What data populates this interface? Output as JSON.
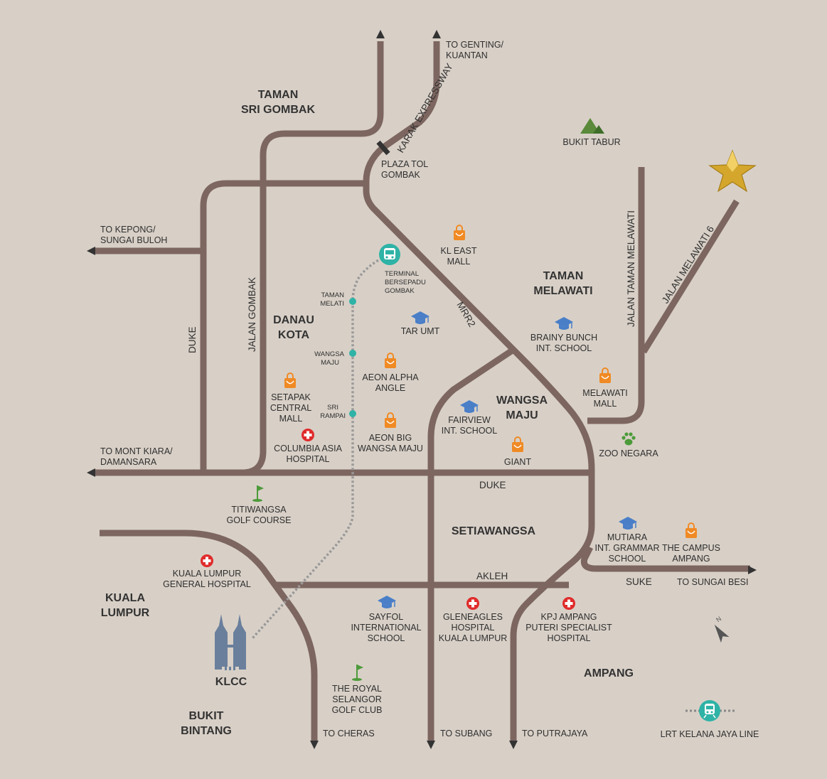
{
  "colors": {
    "background": "#d8d0c7",
    "road": "#7d6660",
    "text": "#2f2f2f",
    "mall": "#f08a24",
    "school": "#4a7fc8",
    "hospital": "#e02b2b",
    "golf": "#4d9a3a",
    "park": "#4d9a3a",
    "mountain": "#5a8a3a",
    "lrt": "#2fb3a6",
    "klcc": "#6a7f9c",
    "star": "#d4a72c"
  },
  "areas": {
    "taman_sri_gombak": [
      "TAMAN",
      "SRI GOMBAK"
    ],
    "danau_kota": [
      "DANAU",
      "KOTA"
    ],
    "taman_melawati": [
      "TAMAN",
      "MELAWATI"
    ],
    "wangsa_maju": [
      "WANGSA",
      "MAJU"
    ],
    "setiawangsa": [
      "SETIAWANGSA"
    ],
    "kuala_lumpur": [
      "KUALA",
      "LUMPUR"
    ],
    "bukit_bintang": [
      "BUKIT",
      "BINTANG"
    ],
    "ampang": [
      "AMPANG"
    ],
    "klcc": [
      "KLCC"
    ]
  },
  "roads": {
    "karak": "KARAK EXPRESSWAY",
    "mrr2": "MRR2",
    "jalan_gombak": "JALAN GOMBAK",
    "duke_vertical": "DUKE",
    "duke_horizontal": "DUKE",
    "akleh": "AKLEH",
    "suke": "SUKE",
    "jalan_taman_melawati": "JALAN TAMAN MELAWATI",
    "jalan_melawati_6": "JALAN MELAWATI 6"
  },
  "directions": {
    "genting": [
      "TO GENTING/",
      "KUANTAN"
    ],
    "kepong": [
      "TO KEPONG/",
      "SUNGAI BULOH"
    ],
    "mont_kiara": [
      "TO MONT KIARA/",
      "DAMANSARA"
    ],
    "sungai_besi": [
      "TO SUNGAI BESI"
    ],
    "cheras": [
      "TO CHERAS"
    ],
    "subang": [
      "TO SUBANG"
    ],
    "putrajaya": [
      "TO PUTRAJAYA"
    ]
  },
  "places": {
    "plaza_tol": [
      "PLAZA TOL",
      "GOMBAK"
    ],
    "bukit_tabur": [
      "BUKIT TABUR"
    ],
    "kl_east_mall": [
      "KL EAST",
      "MALL"
    ],
    "terminal": [
      "TERMINAL",
      "BERSEPADU",
      "GOMBAK"
    ],
    "taman_melati": [
      "TAMAN",
      "MELATI"
    ],
    "wangsa_maju_stn": [
      "WANGSA",
      "MAJU"
    ],
    "sri_rampai": [
      "SRI",
      "RAMPAI"
    ],
    "tar_umt": [
      "TAR UMT"
    ],
    "brainy_bunch": [
      "BRAINY BUNCH",
      "INT. SCHOOL"
    ],
    "aeon_alpha": [
      "AEON ALPHA",
      "ANGLE"
    ],
    "setapak_central": [
      "SETAPAK",
      "CENTRAL",
      "MALL"
    ],
    "fairview": [
      "FAIRVIEW",
      "INT. SCHOOL"
    ],
    "melawati_mall": [
      "MELAWATI",
      "MALL"
    ],
    "aeon_big": [
      "AEON BIG",
      "WANGSA MAJU"
    ],
    "columbia": [
      "COLUMBIA ASIA",
      "HOSPITAL"
    ],
    "giant": [
      "GIANT"
    ],
    "zoo_negara": [
      "ZOO NEGARA"
    ],
    "titiwangsa_golf": [
      "TITIWANGSA",
      "GOLF COURSE"
    ],
    "mutiara": [
      "MUTIARA",
      "INT. GRAMMAR",
      "SCHOOL"
    ],
    "campus_ampang": [
      "THE CAMPUS",
      "AMPANG"
    ],
    "kl_general": [
      "KUALA LUMPUR",
      "GENERAL HOSPITAL"
    ],
    "sayfol": [
      "SAYFOL",
      "INTERNATIONAL",
      "SCHOOL"
    ],
    "gleneagles": [
      "GLENEAGLES",
      "HOSPITAL",
      "KUALA LUMPUR"
    ],
    "kpj": [
      "KPJ AMPANG",
      "PUTERI SPECIALIST",
      "HOSPITAL"
    ],
    "royal_selangor": [
      "THE ROYAL",
      "SELANGOR",
      "GOLF CLUB"
    ]
  },
  "legend": {
    "lrt_label": "LRT KELANA JAYA LINE"
  },
  "icons": {
    "mall": "shopping-bag-icon",
    "school": "graduation-cap-icon",
    "hospital": "red-cross-icon",
    "golf": "golf-flag-icon",
    "zoo": "paw-icon",
    "mountain": "mountain-icon",
    "bus": "bus-icon",
    "train": "train-icon",
    "star": "star-icon",
    "north": "north-arrow-icon"
  }
}
